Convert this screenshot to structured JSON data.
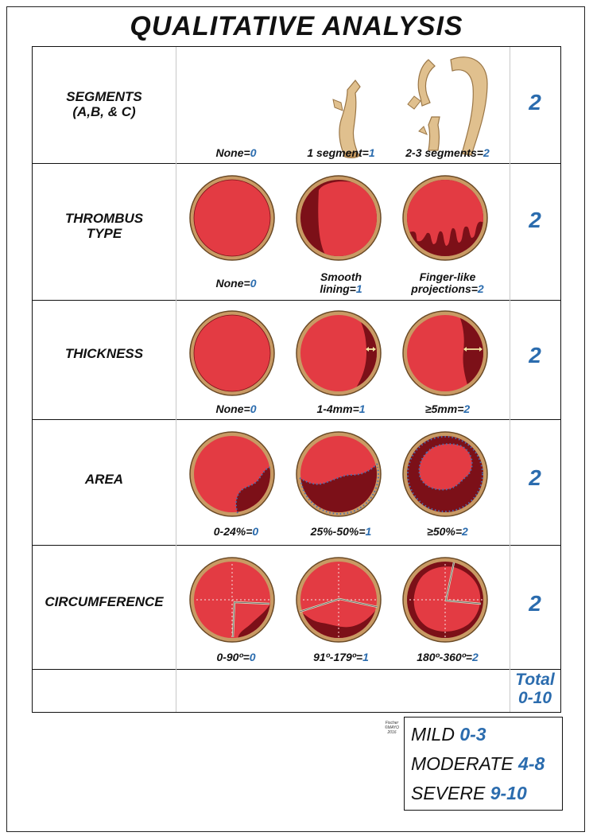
{
  "title": "QUALITATIVE ANALYSIS",
  "rows": [
    {
      "label_lines": [
        "SEGMENTS",
        "(A,B, & C)"
      ],
      "score": "2",
      "options": [
        {
          "label": "None=",
          "value": "0"
        },
        {
          "label": "1 segment=",
          "value": "1"
        },
        {
          "label": "2-3 segments=",
          "value": "2"
        }
      ]
    },
    {
      "label_lines": [
        "THROMBUS",
        "TYPE"
      ],
      "score": "2",
      "options": [
        {
          "label": "None=",
          "value": "0"
        },
        {
          "label": "Smooth\nlining=",
          "value": "1"
        },
        {
          "label": "Finger-like\nprojections=",
          "value": "2"
        }
      ]
    },
    {
      "label_lines": [
        "THICKNESS"
      ],
      "score": "2",
      "options": [
        {
          "label": "None=",
          "value": "0"
        },
        {
          "label": "1-4mm=",
          "value": "1"
        },
        {
          "label": "≥5mm=",
          "value": "2"
        }
      ]
    },
    {
      "label_lines": [
        "AREA"
      ],
      "score": "2",
      "options": [
        {
          "label": "0-24%=",
          "value": "0"
        },
        {
          "label": "25%-50%=",
          "value": "1"
        },
        {
          "label": "≥50%=",
          "value": "2"
        }
      ]
    },
    {
      "label_lines": [
        "CIRCUMFERENCE"
      ],
      "score": "2",
      "options": [
        {
          "label": "0-90º=",
          "value": "0"
        },
        {
          "label": "91º-179º=",
          "value": "1"
        },
        {
          "label": "180º-360º=",
          "value": "2"
        }
      ]
    }
  ],
  "total": {
    "line1": "Total",
    "line2": "0-10"
  },
  "severity": [
    {
      "label": "MILD ",
      "range": "0-3"
    },
    {
      "label": "MODERATE ",
      "range": "4-8"
    },
    {
      "label": "SEVERE ",
      "range": "9-10"
    }
  ],
  "credit": [
    "Fischer",
    "©MAYO",
    "2016"
  ],
  "colors": {
    "accent": "#2b6cae",
    "lumen": "#e33b43",
    "thrombus": "#7c1018",
    "wall": "#c99a64",
    "segment": "#e0c08e"
  }
}
